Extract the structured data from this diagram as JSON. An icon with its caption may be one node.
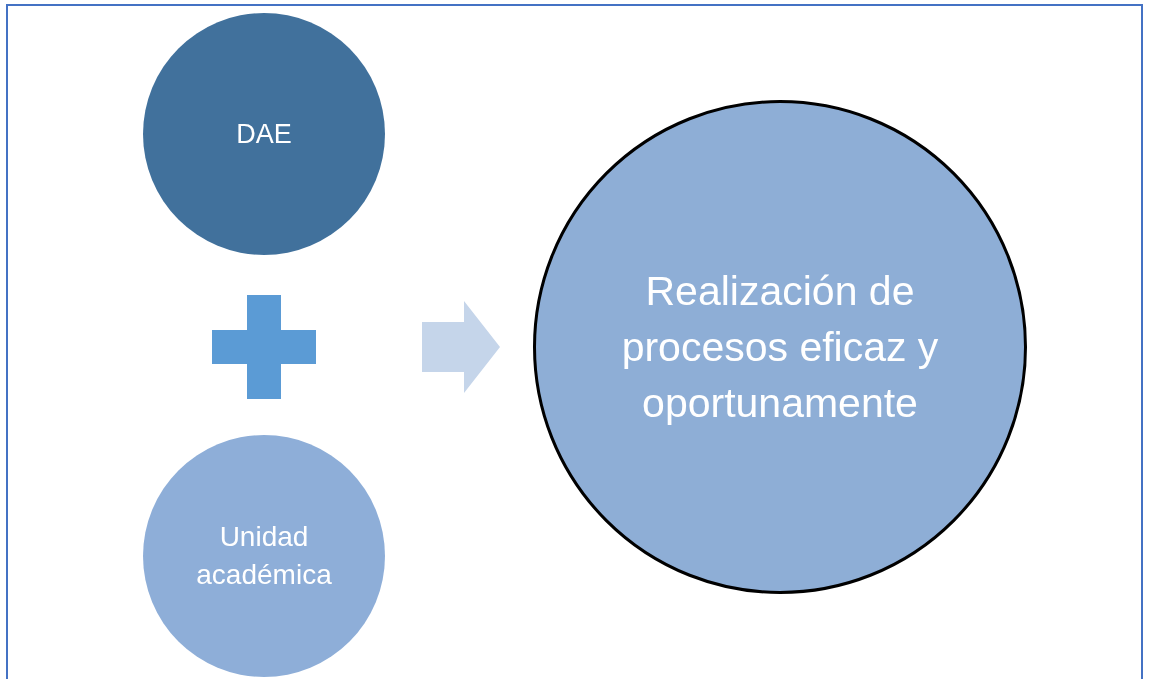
{
  "diagram": {
    "nodes": [
      {
        "text": [
          "DAE"
        ]
      },
      {
        "text": [
          "Unidad académica"
        ]
      },
      {
        "text": [
          "Realización de procesos eficaz y oportunamente"
        ]
      }
    ],
    "edges": [
      {
        "from": null,
        "to": 2,
        "arrow": "to"
      }
    ]
  }
}
